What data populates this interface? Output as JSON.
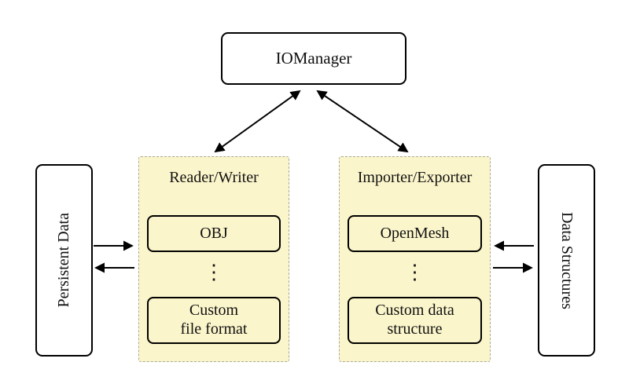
{
  "diagram": {
    "io_manager": {
      "label": "IOManager"
    },
    "reader_writer_panel": {
      "title": "Reader/Writer",
      "boxes": [
        {
          "line1": "OBJ",
          "line2": ""
        },
        {
          "line1": "Custom",
          "line2": "file format"
        }
      ],
      "dots": "⋮"
    },
    "importer_exporter_panel": {
      "title": "Importer/Exporter",
      "boxes": [
        {
          "line1": "OpenMesh",
          "line2": ""
        },
        {
          "line1": "Custom data",
          "line2": "structure"
        }
      ],
      "dots": "⋮"
    },
    "persistent_data": {
      "label": "Persistent Data"
    },
    "data_structures": {
      "label": "Data Structures"
    },
    "colors": {
      "panel_fill": "#fbf5cb",
      "panel_border": "#a9a99a",
      "box_border": "#000000",
      "background": "#ffffff",
      "arrow": "#000000"
    }
  }
}
